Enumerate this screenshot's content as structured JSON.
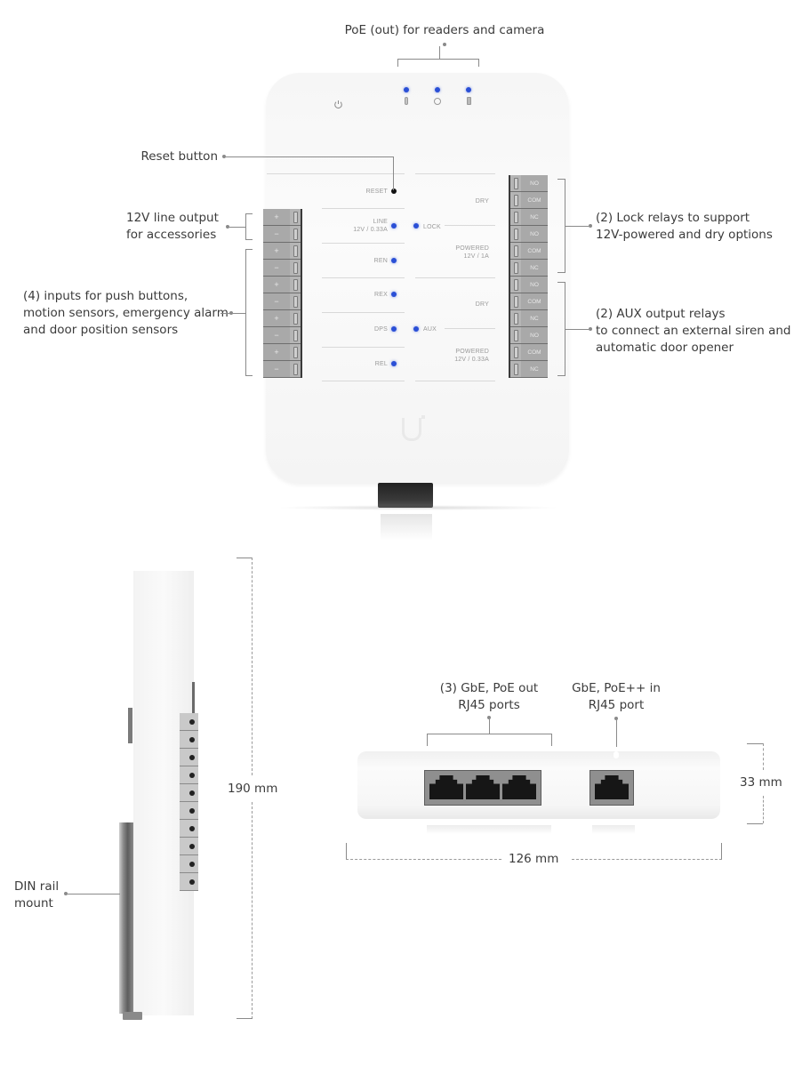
{
  "callouts": {
    "poe_out": "PoE (out) for readers and camera",
    "reset": "Reset button",
    "line_output": [
      "12V line output",
      "for accessories"
    ],
    "inputs": [
      "(4) inputs for push buttons,",
      "motion sensors, emergency alarm",
      "and door position sensors"
    ],
    "lock_relays": [
      "(2) Lock relays to support",
      "12V-powered and dry options"
    ],
    "aux_relays": [
      "(2) AUX output relays",
      "to connect an external siren and",
      "automatic door opener"
    ],
    "din_rail": [
      "DIN rail",
      "mount"
    ],
    "poe_out_ports": [
      "(3) GbE, PoE out",
      "RJ45 ports"
    ],
    "poe_in_port": [
      "GbE, PoE++ in",
      "RJ45 port"
    ]
  },
  "dimensions": {
    "height": "190 mm",
    "width": "126 mm",
    "depth": "33 mm"
  },
  "device_labels": {
    "reset": "RESET",
    "line": "LINE",
    "line_rating": "12V / 0.33A",
    "lock": "LOCK",
    "ren": "REN",
    "rex": "REX",
    "dps": "DPS",
    "aux": "AUX",
    "rel": "REL",
    "dry_lock": "DRY",
    "powered_lock": "POWERED",
    "powered_lock_rating": "12V / 1A",
    "dry_aux": "DRY",
    "powered_aux": "POWERED",
    "powered_aux_rating": "12V / 0.33A"
  },
  "top_icons": [
    "power-icon",
    "reader-icon",
    "doorbell-icon",
    "camera-icon"
  ],
  "left_terminals": [
    "+",
    "−",
    "+",
    "−",
    "+",
    "−",
    "+",
    "−",
    "+",
    "−"
  ],
  "right_terminals": [
    "NO",
    "COM",
    "NC",
    "NO",
    "COM",
    "NC",
    "NO",
    "COM",
    "NC",
    "NO",
    "COM",
    "NC"
  ],
  "colors": {
    "led_blue": "#2a4fd6",
    "terminal_gray": "#a9a9a9",
    "callout_line": "#8a8a8a"
  }
}
